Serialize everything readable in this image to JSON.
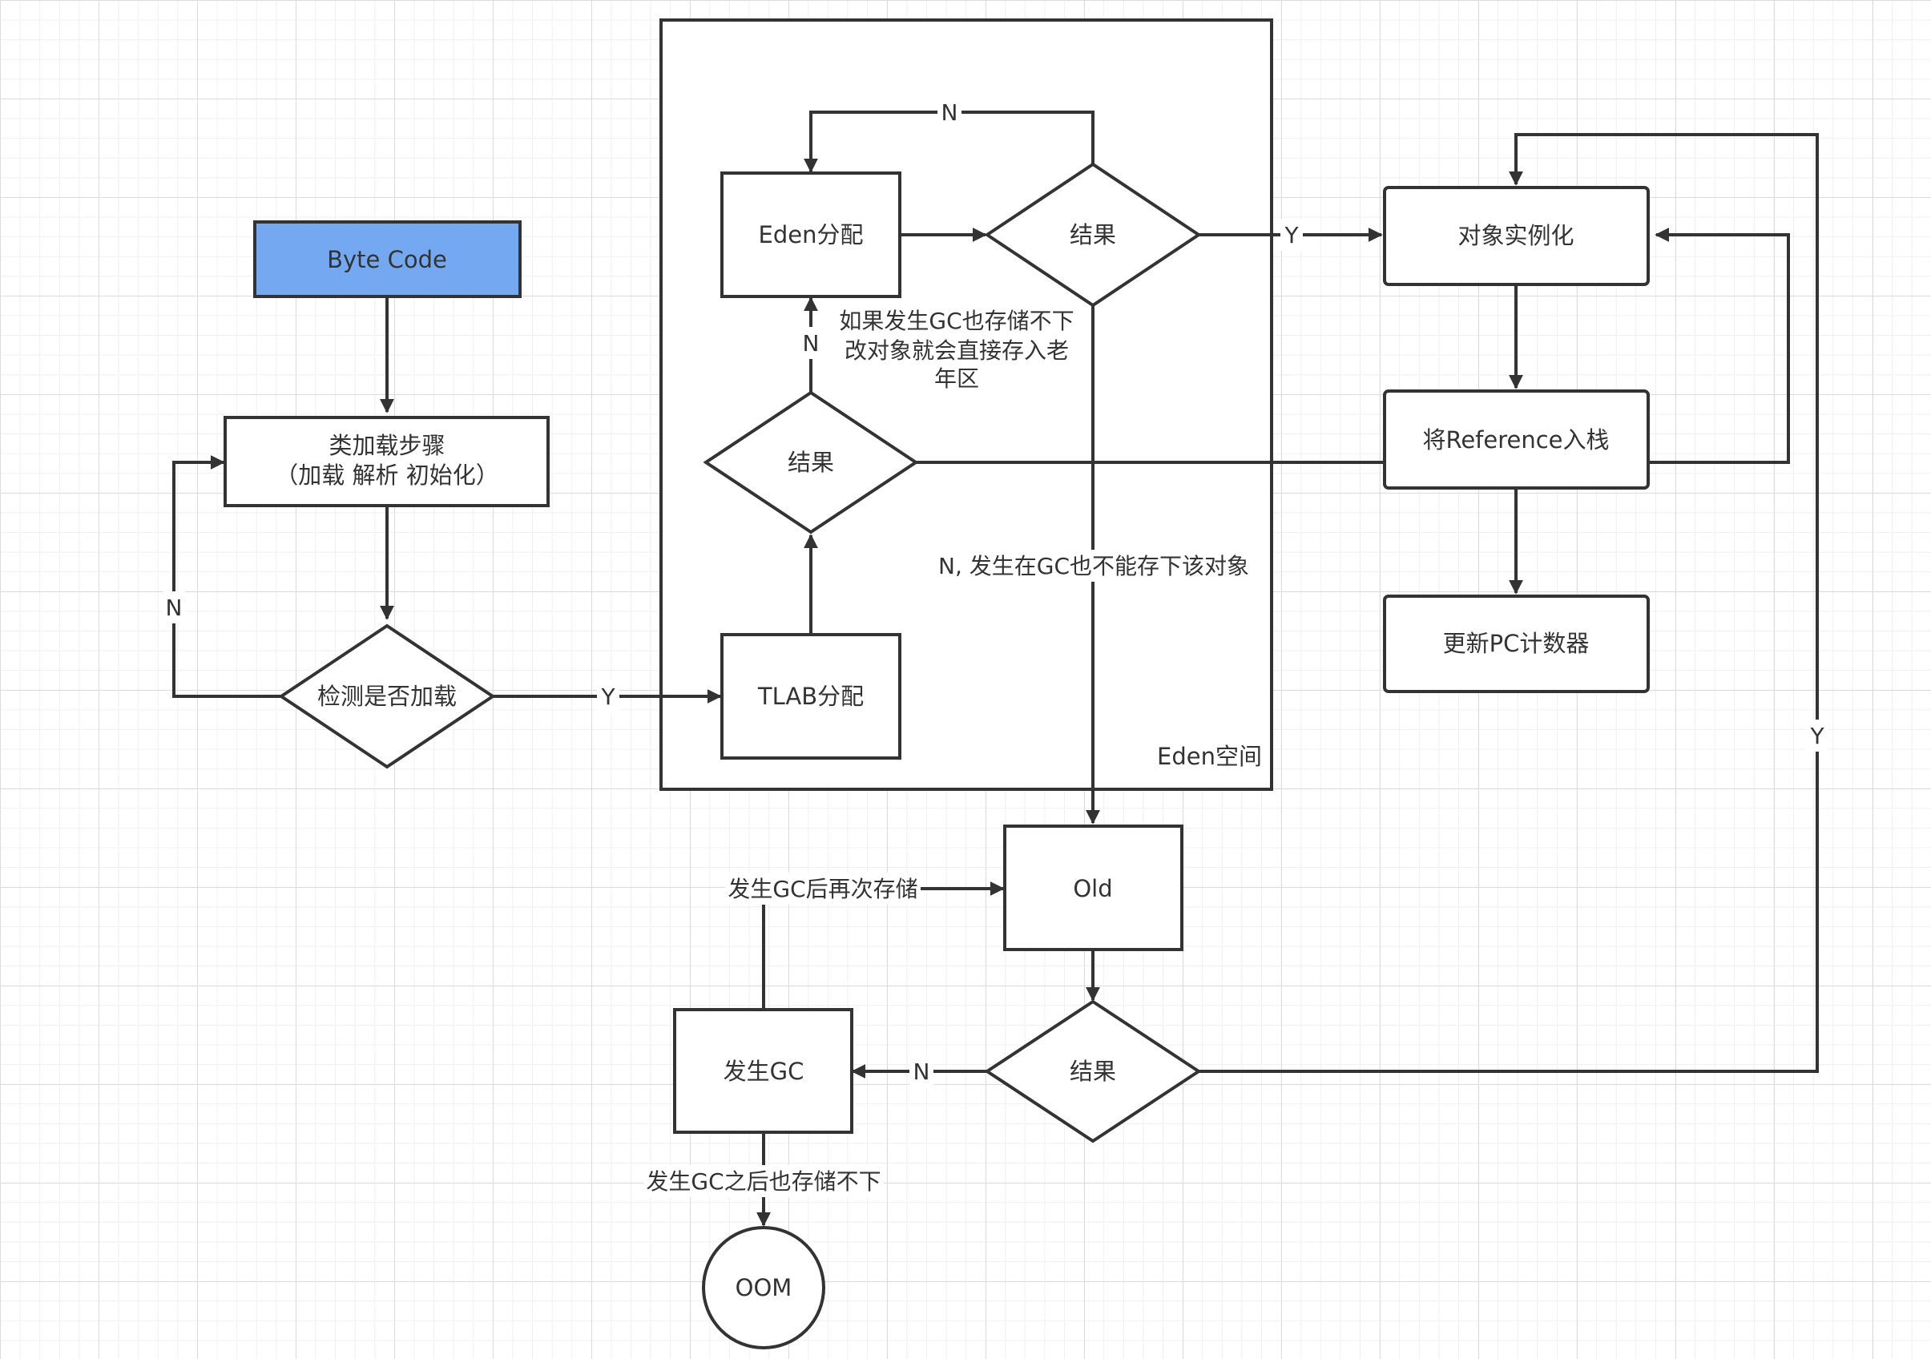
{
  "nodes": {
    "byte_code": "Byte Code",
    "class_loading": [
      "类加载步骤",
      "（加载 解析 初始化）"
    ],
    "check_loaded": "检测是否加载",
    "tlab": "TLAB分配",
    "eden_alloc": "Eden分配",
    "eden_result": "结果",
    "tlab_result": "结果",
    "eden_space": "Eden空间",
    "instantiate": "对象实例化",
    "push_ref": "将Reference入栈",
    "update_pc": "更新PC计数器",
    "old": "Old",
    "old_result": "结果",
    "gc": "发生GC",
    "oom": "OOM"
  },
  "edge_labels": {
    "check_no": "N",
    "check_yes": "Y",
    "tlab_no": "N",
    "eden_no": "N",
    "eden_yes": "Y",
    "gc_note": [
      "如果发生GC也存储不下",
      "改对象就会直接存入老",
      "年区"
    ],
    "eden_to_old": "N, 发生在GC也不能存下该对象",
    "old_no": "N",
    "old_yes": "Y",
    "gc_retry": "发生GC后再次存储",
    "gc_fail": "发生GC之后也存储不下"
  }
}
